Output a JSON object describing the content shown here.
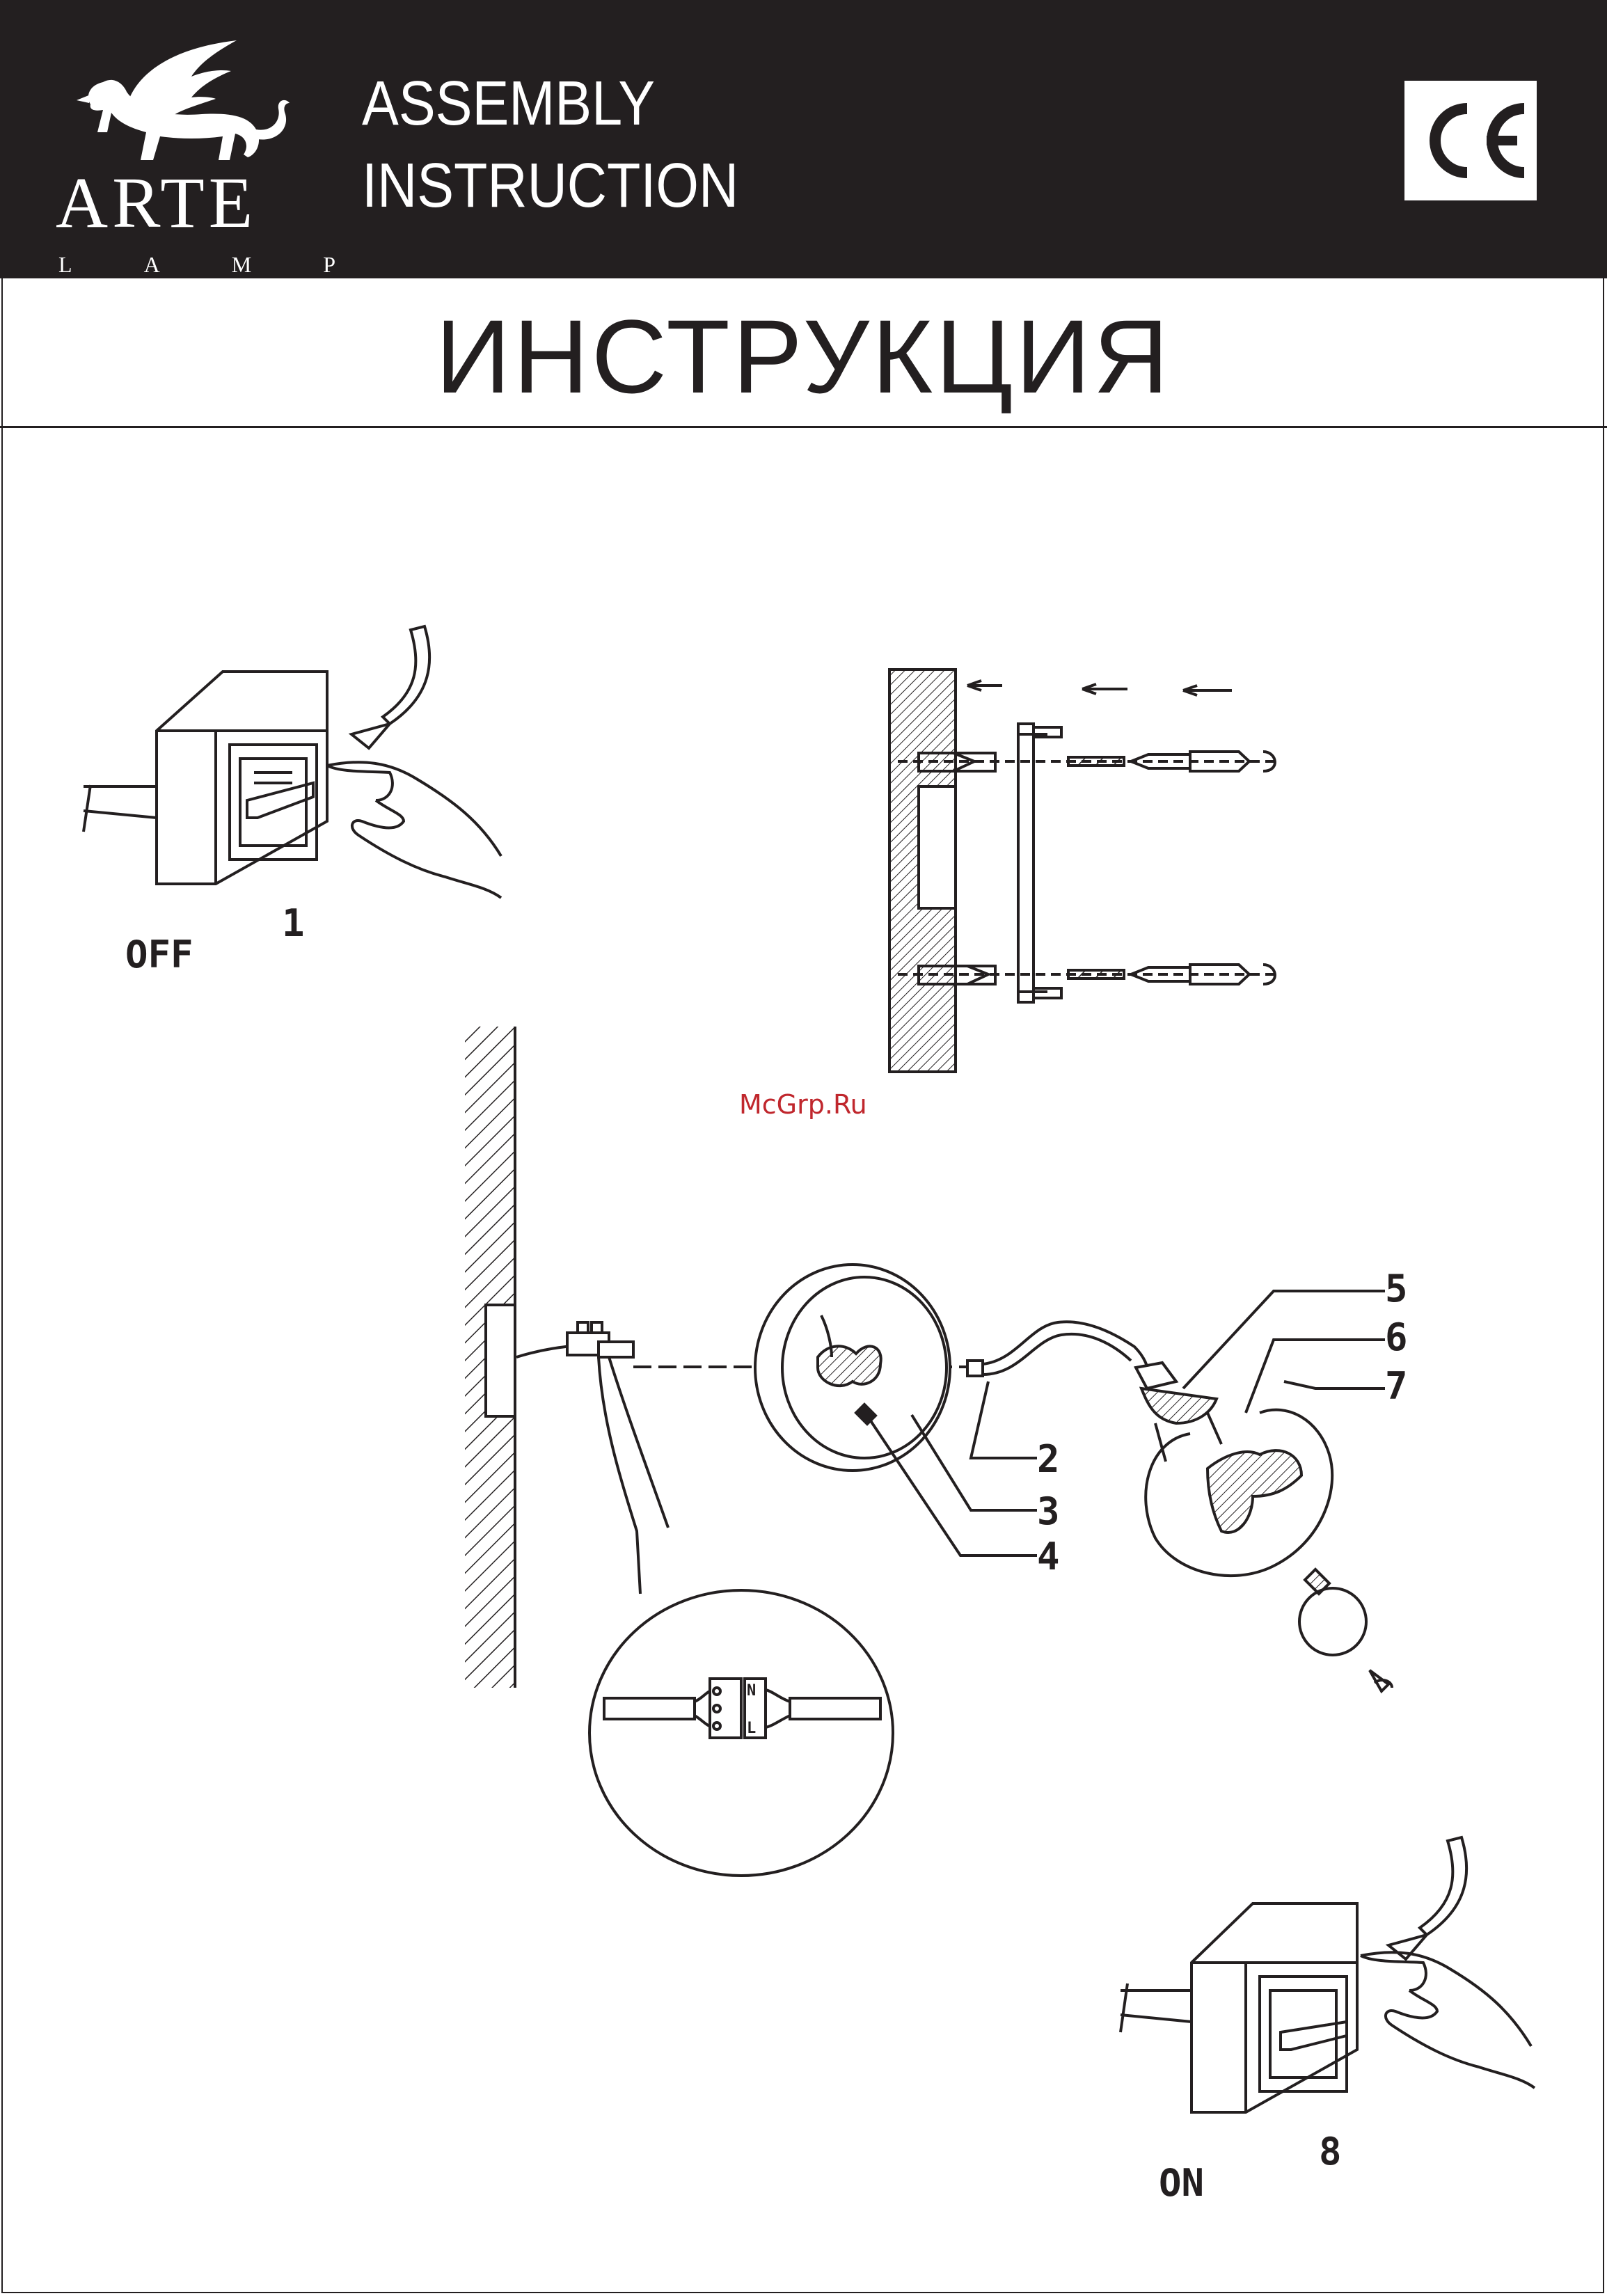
{
  "header": {
    "brand_name": "ARTE",
    "brand_sub_letters": [
      "L",
      "A",
      "M",
      "P"
    ],
    "title_line1": "ASSEMBLY",
    "title_line2": "INSTRUCTION",
    "certification_mark": "CE"
  },
  "title_ru": "ИНСТРУКЦИЯ",
  "watermark": "McGrp.Ru",
  "steps": {
    "step_first_number": "1",
    "step_first_state": "OFF",
    "step_last_number": "8",
    "step_last_state": "ON"
  },
  "parts": [
    "2",
    "3",
    "4",
    "5",
    "6",
    "7"
  ],
  "connector_labels": [
    "N",
    "L"
  ],
  "icons": {
    "brand_logo": "griffin-logo-icon",
    "switch": "light-switch-icon",
    "hand": "hand-icon",
    "arrow": "curved-arrow-icon"
  },
  "colors": {
    "ink": "#231f20",
    "header_bg": "#231f20",
    "watermark": "#c0272d"
  }
}
